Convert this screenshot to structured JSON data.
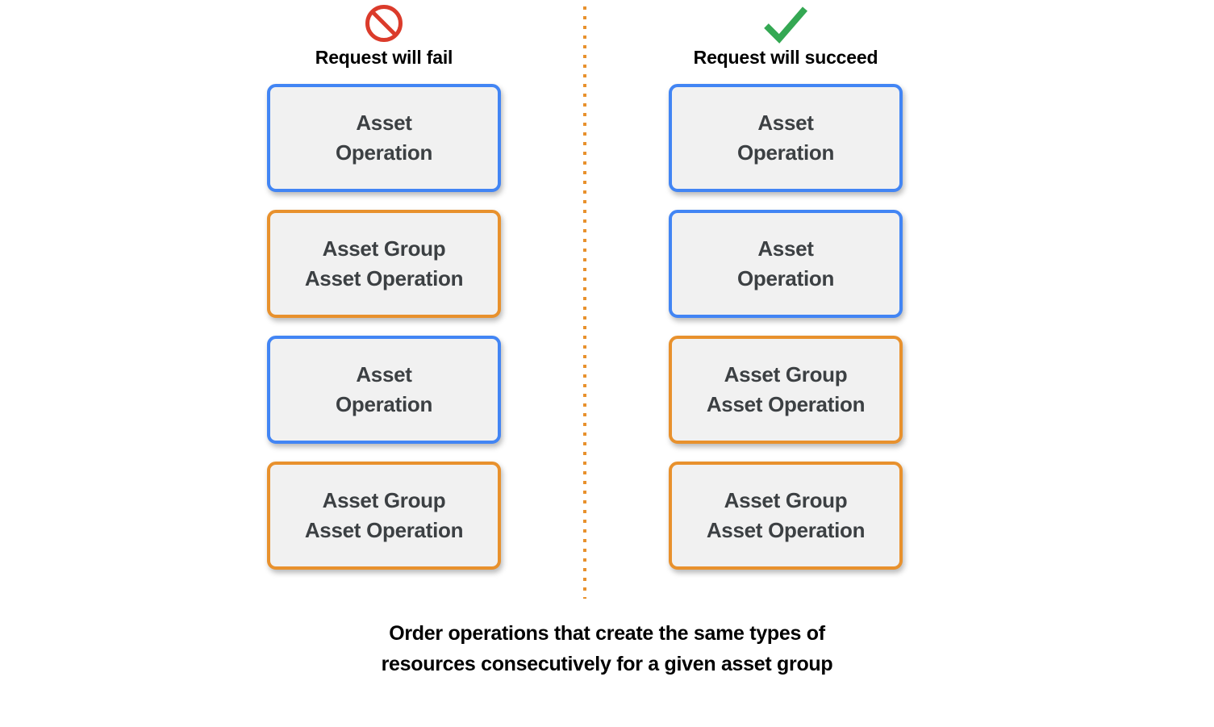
{
  "colors": {
    "asset_border": "#4285F4",
    "asset_group_border": "#E8912D",
    "box_fill": "#f1f1f1",
    "box_text": "#3C4043",
    "fail_icon": "#DB3B2B",
    "succeed_icon": "#34A853",
    "divider": "#E8912D",
    "caption_text": "#000000"
  },
  "columns": [
    {
      "id": "fail",
      "icon": "prohibition-icon",
      "label": "Request will fail",
      "boxes": [
        {
          "kind": "asset",
          "text": "Asset\nOperation"
        },
        {
          "kind": "asset-group",
          "text": "Asset Group\nAsset Operation"
        },
        {
          "kind": "asset",
          "text": "Asset\nOperation"
        },
        {
          "kind": "asset-group",
          "text": "Asset Group\nAsset Operation"
        }
      ]
    },
    {
      "id": "succeed",
      "icon": "checkmark-icon",
      "label": "Request will succeed",
      "boxes": [
        {
          "kind": "asset",
          "text": "Asset\nOperation"
        },
        {
          "kind": "asset",
          "text": "Asset\nOperation"
        },
        {
          "kind": "asset-group",
          "text": "Asset Group\nAsset Operation"
        },
        {
          "kind": "asset-group",
          "text": "Asset Group\nAsset Operation"
        }
      ]
    }
  ],
  "caption": "Order operations that create the same types of\nresources consecutively for a given asset group"
}
